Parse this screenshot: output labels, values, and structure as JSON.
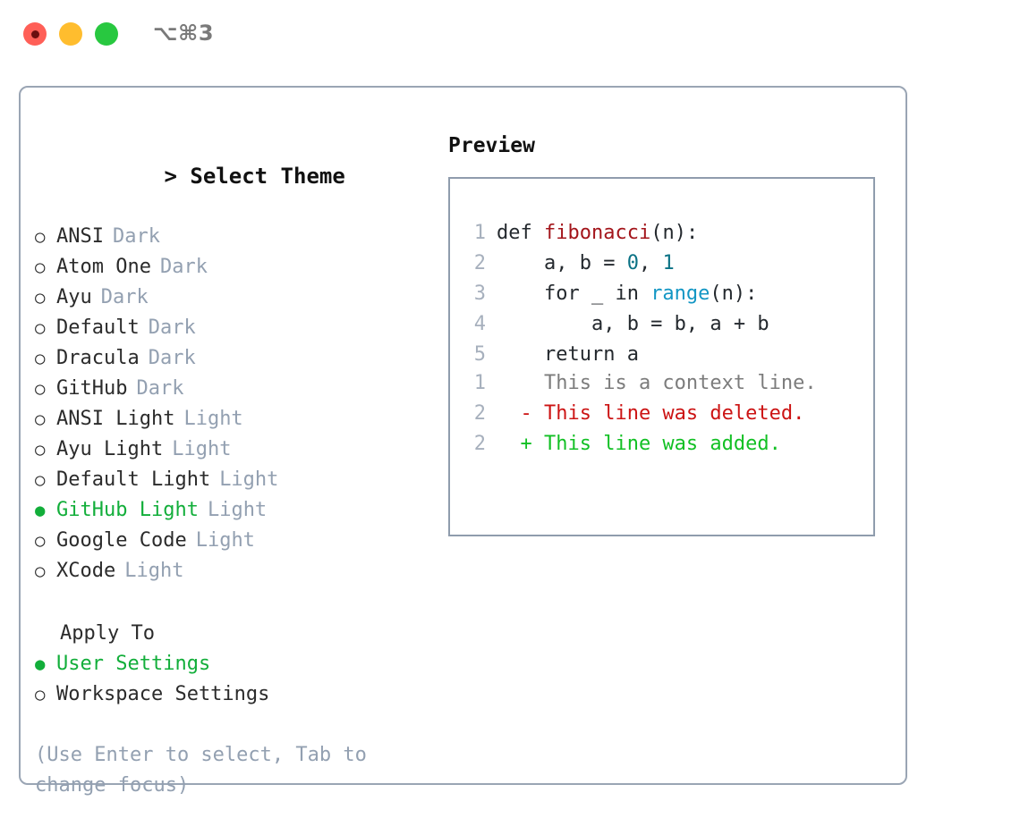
{
  "window": {
    "shortcut": "⌥⌘3",
    "traffic_lights": [
      {
        "name": "close-button",
        "color": "#ff5f57"
      },
      {
        "name": "minimize-button",
        "color": "#ffbd2e"
      },
      {
        "name": "maximize-button",
        "color": "#28c840"
      }
    ]
  },
  "colors": {
    "accent_green": "#12ae3a",
    "muted": "#93a0b1",
    "border": "#9aa5b4",
    "text": "#2b2b2b",
    "diff_add": "#12c024",
    "diff_del": "#cc1414",
    "code_fn": "#a3151b",
    "code_num": "#0b7285",
    "code_call": "#1296c4"
  },
  "theme_list": {
    "caret": ">",
    "title": "Select Theme",
    "marker_off": "○",
    "marker_on": "●",
    "items": [
      {
        "label": "ANSI",
        "tag": "Dark",
        "selected": false
      },
      {
        "label": "Atom One",
        "tag": "Dark",
        "selected": false
      },
      {
        "label": "Ayu",
        "tag": "Dark",
        "selected": false
      },
      {
        "label": "Default",
        "tag": "Dark",
        "selected": false
      },
      {
        "label": "Dracula",
        "tag": "Dark",
        "selected": false
      },
      {
        "label": "GitHub",
        "tag": "Dark",
        "selected": false
      },
      {
        "label": "ANSI Light",
        "tag": "Light",
        "selected": false
      },
      {
        "label": "Ayu Light",
        "tag": "Light",
        "selected": false
      },
      {
        "label": "Default Light",
        "tag": "Light",
        "selected": false
      },
      {
        "label": "GitHub Light",
        "tag": "Light",
        "selected": true
      },
      {
        "label": "Google Code",
        "tag": "Light",
        "selected": false
      },
      {
        "label": "XCode",
        "tag": "Light",
        "selected": false
      }
    ]
  },
  "apply_to": {
    "title": "Apply To",
    "items": [
      {
        "label": "User Settings",
        "selected": true
      },
      {
        "label": "Workspace Settings",
        "selected": false
      }
    ]
  },
  "hint": "(Use Enter to select, Tab to change focus)",
  "preview": {
    "title": "Preview",
    "code_lines": [
      {
        "num": "1",
        "tokens": [
          {
            "t": "def ",
            "c": "plain"
          },
          {
            "t": "fibonacci",
            "c": "fn"
          },
          {
            "t": "(n):",
            "c": "plain"
          }
        ]
      },
      {
        "num": "2",
        "tokens": [
          {
            "t": "    a, b = ",
            "c": "plain"
          },
          {
            "t": "0",
            "c": "num"
          },
          {
            "t": ", ",
            "c": "plain"
          },
          {
            "t": "1",
            "c": "num"
          }
        ]
      },
      {
        "num": "3",
        "tokens": [
          {
            "t": "    for _ in ",
            "c": "plain"
          },
          {
            "t": "range",
            "c": "call"
          },
          {
            "t": "(n):",
            "c": "plain"
          }
        ]
      },
      {
        "num": "4",
        "tokens": [
          {
            "t": "        a, b = b, a + b",
            "c": "plain"
          }
        ]
      },
      {
        "num": "5",
        "tokens": [
          {
            "t": "    return a",
            "c": "plain"
          }
        ]
      }
    ],
    "diff_lines": [
      {
        "num": "1",
        "sign": " ",
        "text": "This is a context line.",
        "kind": "ctx"
      },
      {
        "num": "2",
        "sign": "-",
        "text": "This line was deleted.",
        "kind": "del"
      },
      {
        "num": "2",
        "sign": "+",
        "text": "This line was added.",
        "kind": "add"
      }
    ]
  }
}
